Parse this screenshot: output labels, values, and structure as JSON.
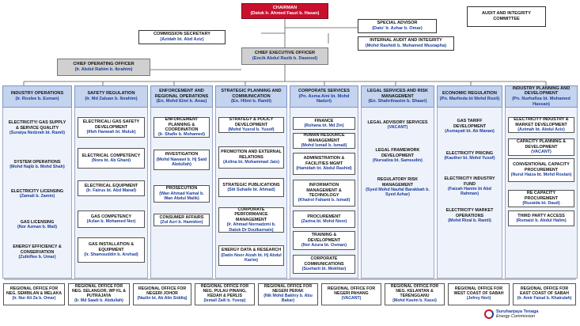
{
  "chairman": {
    "title": "CHAIRMAN",
    "name": "(Datuk Ir. Ahmed Fauzi b. Hasan)"
  },
  "special_advisor": {
    "title": "SPECIAL ADVISOR",
    "name": "(Dato' Ir. Azhar b. Omar)"
  },
  "audit_committee": {
    "title": "AUDIT AND INTEGRITY COMMITTEE"
  },
  "commission_secretary": {
    "title": "COMMISSION SECRETARY",
    "name": "(Azidah bt. Abd Aziz)"
  },
  "internal_audit": {
    "title": "INTERNAL AUDIT AND INTEGRITY",
    "name": "(Mohd Rashidi b. Muhamed Mustapha)"
  },
  "ceo": {
    "title": "CHIEF EXECUTIVE OFFICER",
    "name": "(Encik Abdul Razib b. Dawood)"
  },
  "coo": {
    "title": "CHIEF OPERATING OFFICER",
    "name": "(Ir. Abdul Rahim b. Ibrahim)"
  },
  "departments": [
    {
      "title": "INDUSTRY OPERATIONS",
      "name": "(Ir. Roslee b. Esman)",
      "units": [
        {
          "title": "ELECTRICITY/ GAS SUPPLY & SERVICE QUALITY",
          "name": "(Suraiya Nedzrah bt. Ramli)"
        },
        {
          "title": "SYSTEM OPERATIONS",
          "name": "(Mohd Najib b. Mohd Shah)"
        },
        {
          "title": "ELECTRICITY LICENSING",
          "name": "(Zamali b. Zamin)"
        },
        {
          "title": "GAS LICENSING",
          "name": "(Nor Azman b. Mail)"
        },
        {
          "title": "ENERGY EFFICIENCY & CONSERVATION",
          "name": "(Zulkiflee b. Umar)"
        }
      ]
    },
    {
      "title": "SAFETY REGULATION",
      "name": "(Ir. Md Zaluan b. Ibrahim)",
      "units": [
        {
          "title": "ELECTRICAL/ GAS SAFETY DEVELOPMENT",
          "name": "(Ifleh Hanwah bt. Muluk)"
        },
        {
          "title": "ELECTRICAL COMPETENCY",
          "name": "(Nora bt. Ab Ghani)"
        },
        {
          "title": "ELECTRICAL EQUIPMENT",
          "name": "(Ir. Fairus bt. Abd Manaf)"
        },
        {
          "title": "GAS COMPETENCY",
          "name": "(Azlan b. Mohamed Nor)"
        },
        {
          "title": "GAS INSTALLATION & EQUIPMENT",
          "name": "(Ir. Shamsuddin b. Arshad)"
        }
      ]
    },
    {
      "title": "ENFORCEMENT AND REGIONAL OPERATIONS",
      "name": "(En. Mohd Elmi b. Anas)",
      "units": [
        {
          "title": "ENFORCEMENT PLANNING & COORDINATION",
          "name": "(Ir. Shafie b. Mohamed)"
        },
        {
          "title": "INVESTIGATION",
          "name": "(Mohd Nawawi b. Hj Said Abdullah)"
        },
        {
          "title": "PROSECUTION",
          "name": "(Wan Ahmad Kamal b. Wan Abdul Malik)"
        },
        {
          "title": "CONSUMER AFFAIRS",
          "name": "(Zul Azri b. Hamidon)"
        }
      ]
    },
    {
      "title": "STRATEGIC PLANNING AND COMMUNICATION",
      "name": "(En. Hilmi b. Ramli)",
      "units": [
        {
          "title": "STRATEGY & POLICY DEVELOPMENT",
          "name": "(Mohd Yusrul b. Yusof)"
        },
        {
          "title": "PROMOTION AND EXTERNAL RELATIONS",
          "name": "(Azlina bt. Mohammad Jais)"
        },
        {
          "title": "STRATEGIC PUBLICATIONS",
          "name": "(Siti Suhaile bt. Ahmad)"
        },
        {
          "title": "CORPORATE PERFORMANCE MANAGEMENT",
          "name": "(Ir. Ahmad Nornadzmi b. Datuk Dr Dzulkarnain)"
        },
        {
          "title": "ENERGY DATA & RESEARCH",
          "name": "(Datin Noor Aizah bt. Hj Abdul Karim)"
        }
      ]
    },
    {
      "title": "CORPORATE SERVICES",
      "name": "(Pn. Asma Aini bt. Mohd Nadzri)",
      "units": [
        {
          "title": "FINANCE",
          "name": "(Rohana bt. Md Zin)"
        },
        {
          "title": "HUMAN RESOURCE MANAGEMENT",
          "name": "(Mohd Ismail b. Ismail)"
        },
        {
          "title": "ADMINISTRATION & FACILITIES MGMT",
          "name": "(Hamidah bt. Abdul Rashid)"
        },
        {
          "title": "INFORMATION MANAGEMENT & TECHNOLOGY",
          "name": "(Khairol Fahami b. Ismail)"
        },
        {
          "title": "PROCUREMENT",
          "name": "(Zarina bt. Mohd Noor)"
        },
        {
          "title": "TRAINING & DEVELOPMENT",
          "name": "(Nor Azura bt. Osman)"
        },
        {
          "title": "CORPORATE COMMUNICATIONS",
          "name": "(Sueharti bt. Mokhtar)"
        }
      ]
    },
    {
      "title": "LEGAL SERVICES AND RISK MANAGEMENT",
      "name": "(En. Shahrilnazim b. Shaari)",
      "units": [
        {
          "title": "LEGAL ADVISORY SERVICES",
          "name": "(VACANT)"
        },
        {
          "title": "LEGAL FRAMEWORK DEVELOPMENT",
          "name": "(Nursaliza bt. Samsudin)"
        },
        {
          "title": "REGULATORY RISK MANAGEMENT",
          "name": "(Syed Mohd Naufal Barakbah b. Syed Azhar)"
        }
      ]
    },
    {
      "title": "ECONOMIC REGULATION",
      "name": "(Pn. Marlinda bt Mohd Rosli)",
      "units": [
        {
          "title": "GAS TARIFF DEVELOPMENT",
          "name": "(Asmayati bt. Ab Manan)"
        },
        {
          "title": "ELECTRICITY PRICING",
          "name": "(Kauther bt. Mohd Yusof)"
        },
        {
          "title": "ELECTRICITY INDUSTRY FUND",
          "name": "(Faizah Hanim bt Abd Rahman)"
        },
        {
          "title": "ELECTRICITY MARKET OPERATIONS",
          "name": "(Mohd Rizal b. Ramli)"
        }
      ]
    },
    {
      "title": "INDUSTRY PLANNING AND DEVELOPMENT",
      "name": "(Pn. Nurhafiza bt. Mohamed Hassan)",
      "units": [
        {
          "title": "ELECTRICITY INDUSTRY & MARKET DEVELOPMENT",
          "name": "(Azimah bt. Abdul Aziz)"
        },
        {
          "title": "CAPACITY PLANNING & DEVELOPMENT",
          "name": "(VACANT)"
        },
        {
          "title": "CONVENTIONAL CAPACITY PROCUREMENT",
          "name": "(Nurul Haiza bt. Mohd Roslan)"
        },
        {
          "title": "RE CAPACITY PROCUREMENT",
          "name": "(Ruzaida bt. Daud)"
        },
        {
          "title": "THIRD PARTY ACCESS",
          "name": "(Rumaizi b. Abdul Halim)"
        }
      ]
    }
  ],
  "regional_offices": [
    {
      "title": "REGIONAL OFFICE FOR NEG. SEMBILAN & MELAKA",
      "name": "(Ir. Nur Ali Za b. Omar)"
    },
    {
      "title": "REGIONAL OFFICE FOR NEG. SELANGOR, WP KL & PUTRAJAYA",
      "name": "(Ir. Md Saadi b. Abdullah)"
    },
    {
      "title": "REGIONAL OFFICE FOR NEGERI JOHOR",
      "name": "(Nazlin bt. Ab Alin Siddiq)"
    },
    {
      "title": "REGIONAL OFFICE FOR NEG. PULAU PINANG, KEDAH & PERLIS",
      "name": "(Ismail Zaili b. Yusop)"
    },
    {
      "title": "REGIONAL OFFICE FOR NEGERI PERAK",
      "name": "(Nik Mohd Bakhry b. Abu Bakar)"
    },
    {
      "title": "REGIONAL OFFICE FOR NEGERI PAHANG",
      "name": "(VACANT)"
    },
    {
      "title": "REGIONAL OFFICE FOR NEG. KELANTAN & TERENGGANU",
      "name": "(Mohd Kasim b. Kassi)"
    },
    {
      "title": "REGIONAL OFFICE FOR WEST COAST OF SABAH",
      "name": "(Jefrey Nori)"
    },
    {
      "title": "REGIONAL OFFICE FOR EAST COAST OF SABAH",
      "name": "(Ir. Amir Faisal b. Khairulah)"
    }
  ],
  "logo": {
    "line1": "Suruhanjaya Tenaga",
    "line2": "Energy Commission"
  },
  "colors": {
    "chairman": "#c8102e",
    "column_bg": "#eef2fa",
    "column_head": "#c4d3ee",
    "name_text": "#1a3d9a"
  }
}
